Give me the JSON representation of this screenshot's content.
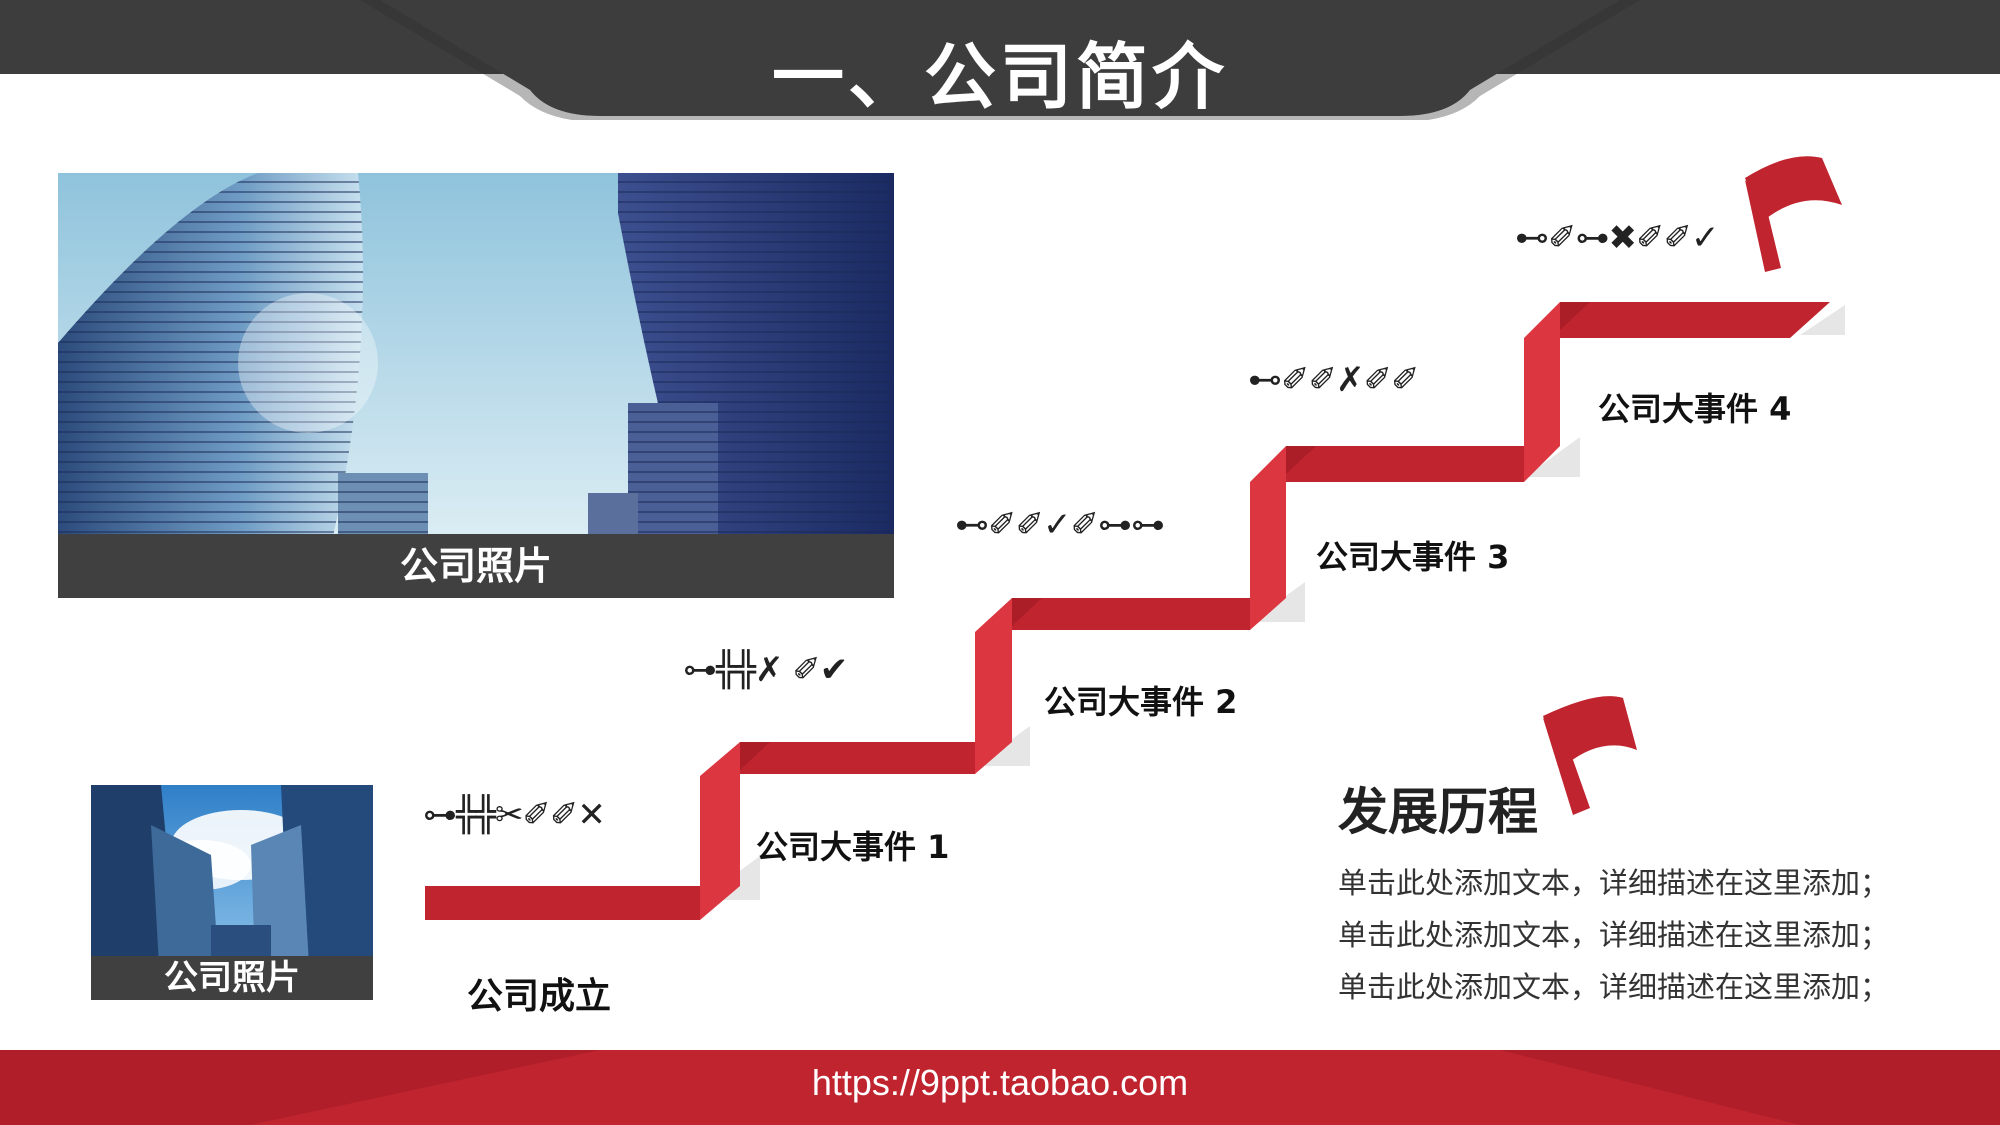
{
  "header": {
    "title": "一、公司简介"
  },
  "photos": {
    "large_caption": "公司照片",
    "small_caption": "公司照片"
  },
  "timeline": {
    "start_label": "公司成立",
    "events": [
      {
        "label": "公司大事件 1",
        "glyphs": "⊶╬╬✂✐✐✕"
      },
      {
        "label": "公司大事件 2",
        "glyphs": "⊶╬╬✗ ✐✔"
      },
      {
        "label": "公司大事件 3",
        "glyphs": "⊷✐✐✓✐⊶⊶"
      },
      {
        "label": "公司大事件 4",
        "glyphs": "⊷✐✐✗✐✐"
      }
    ],
    "top_glyphs": "⊷✐⊶✖✐✐✓"
  },
  "history": {
    "title": "发展历程",
    "lines": [
      "单击此处添加文本，详细描述在这里添加；",
      "单击此处添加文本，详细描述在这里添加；",
      "单击此处添加文本，详细描述在这里添加；"
    ]
  },
  "footer": {
    "url": "https://9ppt.taobao.com"
  },
  "colors": {
    "accent_red": "#c0242f",
    "header_dark": "#3d3d3d",
    "caption_gray": "#404040"
  }
}
